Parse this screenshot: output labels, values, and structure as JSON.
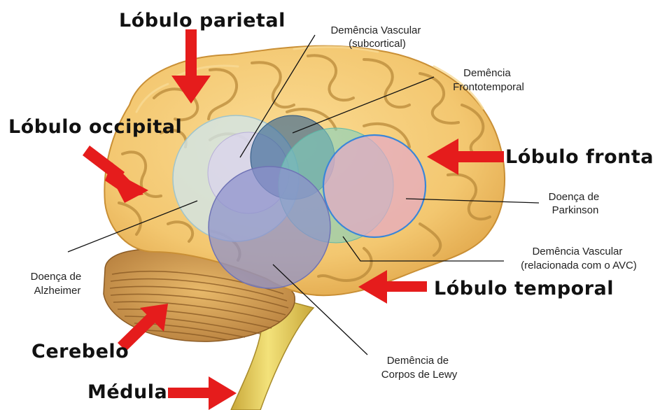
{
  "lobes": {
    "parietal": "Lóbulo parietal",
    "occipital": "Lóbulo occipital",
    "frontal": "Lóbulo frontal",
    "temporal": "Lóbulo temporal",
    "cerebelo": "Cerebelo",
    "medula": "Médula"
  },
  "diseases": {
    "vascular_subcortical": [
      "Demência Vascular",
      "(subcortical)"
    ],
    "frontotemporal": [
      "Demência",
      "Frontotemporal"
    ],
    "parkinson": [
      "Doença de",
      "Parkinson"
    ],
    "vascular_avc": [
      "Demência Vascular",
      "(relacionada com o AVC)"
    ],
    "alzheimer": [
      "Doença de",
      "Alzheimer"
    ],
    "lewy": [
      "Demência de",
      "Corpos de Lewy"
    ]
  },
  "colors": {
    "brain": "#f3c770",
    "brain_edge": "#c98f35",
    "cerebellum": "#d9a55a",
    "stem": "#e8cf5a",
    "arrow": "#e51c1c",
    "alzheimer_circle": "#cfe5ea",
    "vascular_subcortical_circle": "#d9d3ee",
    "frontotemporal_circle": "#2f5f8f",
    "vascular_avc_circle": "#7fd0c0",
    "parkinson_circle": "#e4a8c8",
    "parkinson_border": "#3a86d9",
    "lewy_circle": "#8c90cc"
  }
}
